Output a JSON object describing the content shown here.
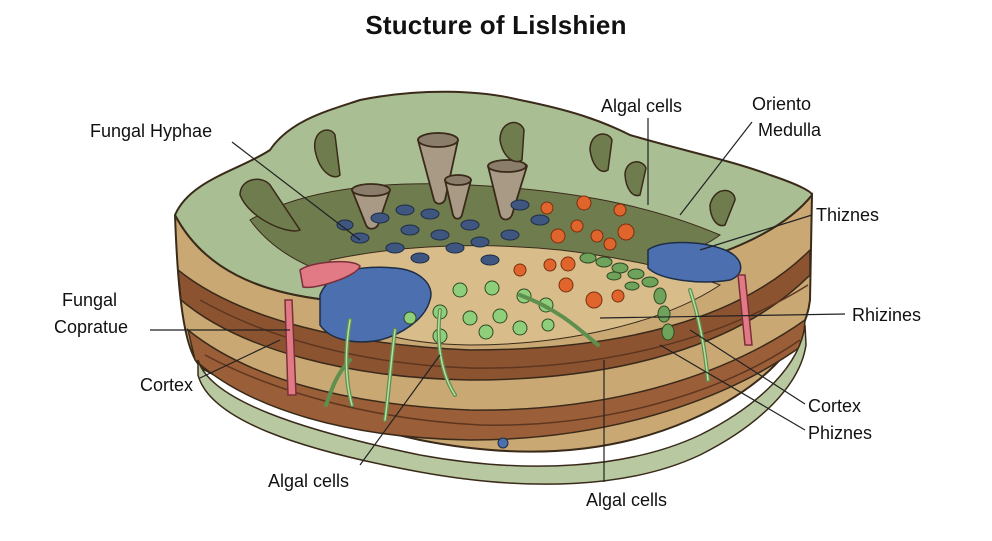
{
  "title": "Stucture of Lislshien",
  "labels": {
    "fungal_hyphae": "Fungal Hyphae",
    "algal_cells_top": "Algal cells",
    "oriento_line1": "Oriento",
    "oriento_line2": "Medulla",
    "thiznes": "Thiznes",
    "fungal_line1": "Fungal",
    "fungal_line2": "Copratue",
    "rhizines": "Rhizines",
    "cortex_left": "Cortex",
    "cortex_right": "Cortex",
    "phiznes": "Phiznes",
    "algal_cells_bottom_left": "Algal cells",
    "algal_cells_bottom_center": "Algal cells"
  },
  "colors": {
    "moss": "#a9bf93",
    "moss_dark": "#6f7c4e",
    "cortex_tan": "#c9a874",
    "strata_brown": "#8c5331",
    "algal_blue": "#4c6fb0",
    "algal_orange": "#e0652c",
    "algal_green": "#8fcf7c",
    "rhizine_pink": "#e27a86"
  }
}
